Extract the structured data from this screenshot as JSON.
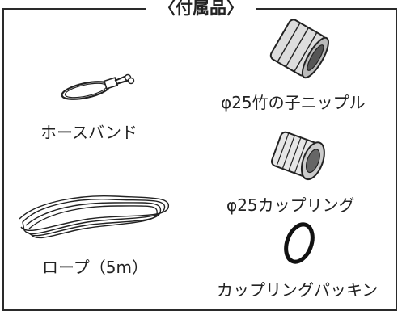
{
  "title": "〈付属品〉",
  "items": {
    "hose_band": "ホースバンド",
    "nipple": "φ25竹の子ニップル",
    "coupling": "φ25カップリング",
    "rope": "ロープ（5m）",
    "packing": "カップリングパッキン"
  }
}
